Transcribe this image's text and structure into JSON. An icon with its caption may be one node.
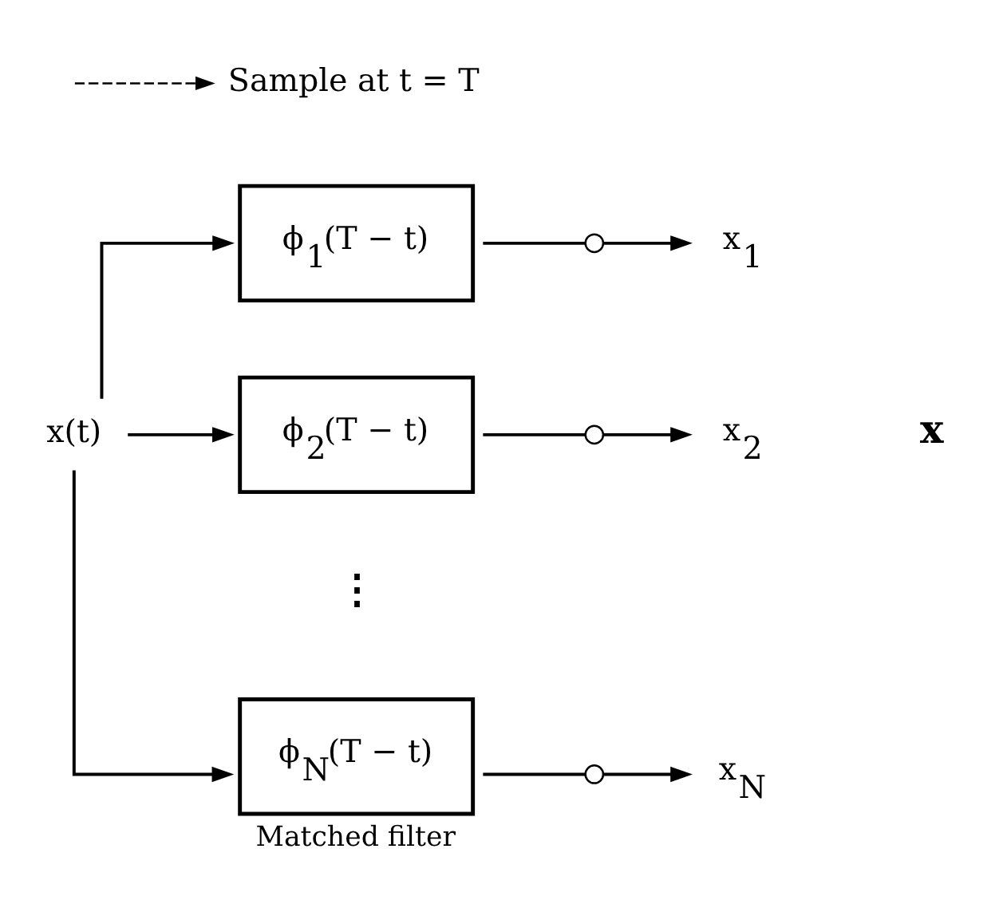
{
  "diagram": {
    "nodes": [
      {
        "text": [
          "x(t)"
        ]
      },
      {
        "text": [
          "ϕ$_{1}$(T − t)"
        ]
      },
      {
        "text": [
          "ϕ$_{2}$(T − t)"
        ]
      },
      {
        "text": [
          "ϕ$_{N}$(T − t)"
        ],
        "beside": [
          "Matched filter"
        ]
      },
      {
        "text": [],
        "shape": "switch"
      },
      {
        "text": [],
        "shape": "switch"
      },
      {
        "text": [],
        "shape": "switch"
      },
      {
        "text": [
          "x$_{1}$"
        ]
      },
      {
        "text": [
          "x$_{2}$"
        ]
      },
      {
        "text": [
          "x$_{N}$"
        ]
      },
      {
        "text": [
          "Sample at t = T"
        ]
      }
    ],
    "edges": [
      {
        "from": 0,
        "to": 1,
        "arrow": "to"
      },
      {
        "from": 0,
        "to": 2,
        "arrow": "to"
      },
      {
        "from": 0,
        "to": 3,
        "arrow": "to"
      },
      {
        "from": 1,
        "to": 4,
        "arrow": "none"
      },
      {
        "from": 2,
        "to": 5,
        "arrow": "none"
      },
      {
        "from": 3,
        "to": 6,
        "arrow": "none"
      },
      {
        "from": 4,
        "to": 7,
        "arrow": "to"
      },
      {
        "from": 5,
        "to": 8,
        "arrow": "to"
      },
      {
        "from": 6,
        "to": 9,
        "arrow": "to"
      },
      {
        "from": null,
        "to": 10,
        "arrow": "to",
        "style": "dashed"
      }
    ],
    "labels": [
      "⋮",
      "x"
    ]
  }
}
